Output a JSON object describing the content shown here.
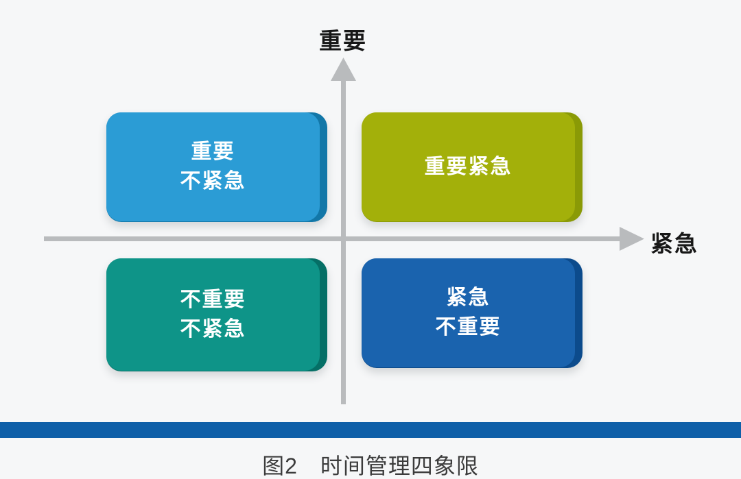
{
  "axes": {
    "y_label": "重要",
    "x_label": "紧急",
    "line_color": "#b9bbbd"
  },
  "quadrants": [
    {
      "id": "important-not-urgent",
      "position": "top-left",
      "lines": [
        "重要",
        "不紧急"
      ],
      "face_color": "#2b9cd5",
      "edge_color": "#1277a8"
    },
    {
      "id": "important-urgent",
      "position": "top-right",
      "lines": [
        "重要紧急"
      ],
      "face_color": "#a3b00a",
      "edge_color": "#8a9a06"
    },
    {
      "id": "not-important-not-urgent",
      "position": "bottom-left",
      "lines": [
        "不重要",
        "不紧急"
      ],
      "face_color": "#0e9488",
      "edge_color": "#056f66"
    },
    {
      "id": "urgent-not-important",
      "position": "bottom-right",
      "lines": [
        "紧急",
        "不重要"
      ],
      "face_color": "#1a63ae",
      "edge_color": "#0c4b8c"
    }
  ],
  "footer": {
    "bar_color": "#0f5fa8",
    "caption": "图2　时间管理四象限"
  }
}
